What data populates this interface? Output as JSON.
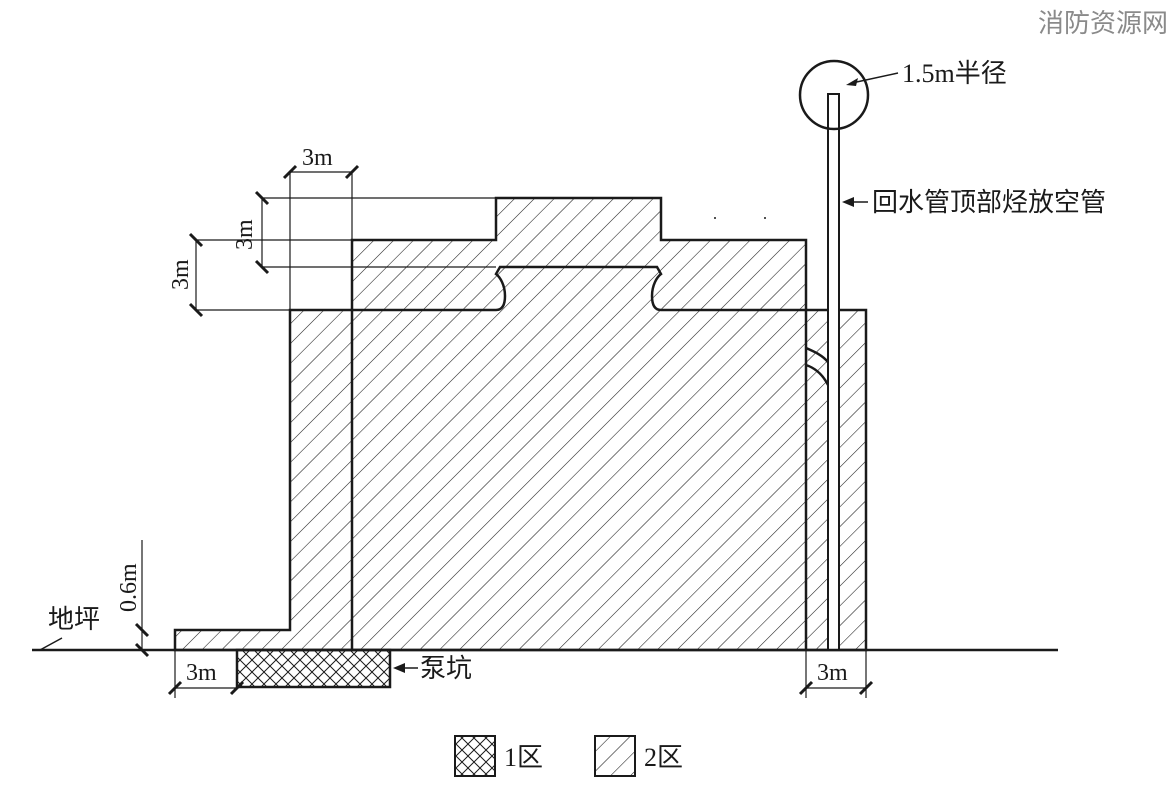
{
  "watermark": "消防资源网",
  "labels": {
    "ground": "地坪",
    "pump_pit": "泵坑",
    "radius": "1.5m半径",
    "vent_pipe": "回水管顶部烃放空管"
  },
  "dimensions": {
    "top_width": "3m",
    "top_height": "3m",
    "left_height": "3m",
    "base_height": "0.6m",
    "bottom_left": "3m",
    "bottom_right": "3m"
  },
  "legend": {
    "zone1": "1区",
    "zone2": "2区"
  },
  "colors": {
    "ink": "#1a1a1a",
    "watermark": "#8a8a8a"
  }
}
